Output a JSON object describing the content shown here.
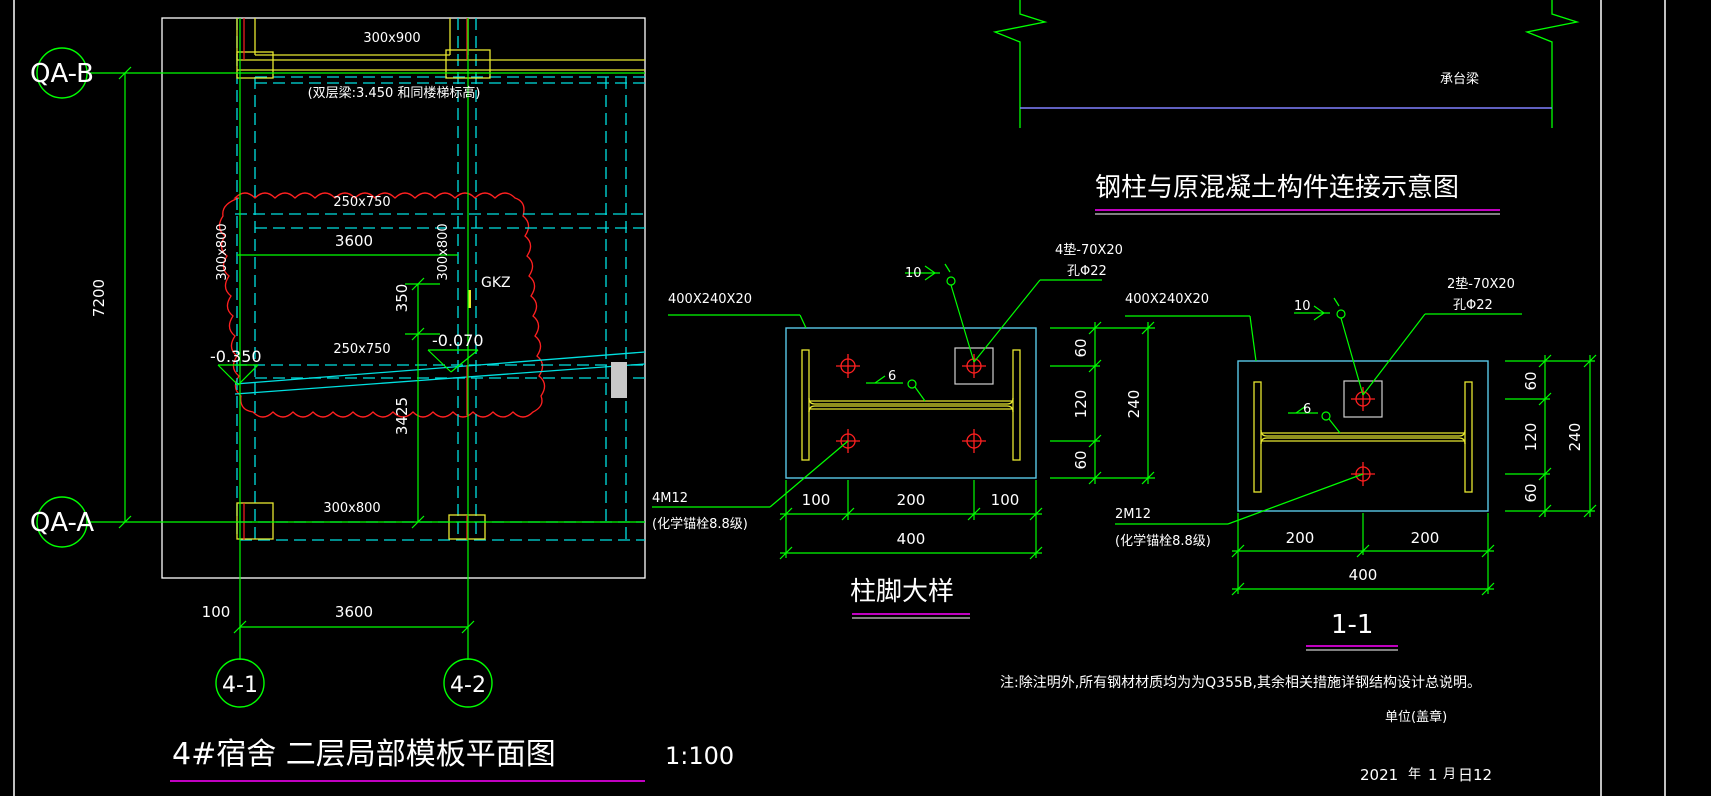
{
  "colors": {
    "background": "#000000",
    "axis_green": "#00ff00",
    "dashed_cyan": "#00e0e0",
    "beam_yellow": "#e8e830",
    "cloud_red": "#ff2020",
    "frame_white": "#ffffff",
    "underline_magenta": "#ff00ff",
    "plate_cyan": "#58c8e8",
    "fill_gray": "#c8c8c8"
  },
  "plan": {
    "axis_QA_B": "QA-B",
    "axis_QA_A": "QA-A",
    "axis_4_1": "4-1",
    "axis_4_2": "4-2",
    "dim_7200": "7200",
    "dim_100": "100",
    "dim_3600_bottom": "3600",
    "dim_3600_inner": "3600",
    "dim_350": "350",
    "dim_3425": "3425",
    "beam_300x900": "300x900",
    "beam_note": "(双层梁:3.450 和同楼梯标高)",
    "beam_250x750_top": "250x750",
    "beam_250x750_mid": "250x750",
    "beam_300x800_left": "300x800",
    "beam_300x800_mid": "300x800",
    "beam_300x800_bottom": "300x800",
    "elev_left": "-0.350",
    "elev_mid": "-0.070",
    "column_label": "GKZ",
    "title": "4#宿舍  二层局部模板平面图",
    "scale": "1:100"
  },
  "connection": {
    "top_label": "承台梁",
    "title": "钢柱与原混凝土构件连接示意图"
  },
  "detail_left": {
    "plate": "400X240X20",
    "weld_10": "10",
    "weld_6": "6",
    "washer": "4垫-70X20",
    "hole": "孔Φ22",
    "anchor": "4M12",
    "anchor_note": "(化学锚栓8.8级)",
    "dim_100a": "100",
    "dim_200": "200",
    "dim_100b": "100",
    "dim_400": "400",
    "dim_60a": "60",
    "dim_120": "120",
    "dim_60b": "60",
    "dim_240": "240",
    "title": "柱脚大样"
  },
  "detail_right": {
    "plate": "400X240X20",
    "weld_10": "10",
    "weld_6": "6",
    "washer": "2垫-70X20",
    "hole": "孔Φ22",
    "anchor": "2M12",
    "anchor_note": "(化学锚栓8.8级)",
    "dim_200a": "200",
    "dim_200b": "200",
    "dim_400": "400",
    "dim_60a": "60",
    "dim_120": "120",
    "dim_60b": "60",
    "dim_240": "240",
    "title": "1-1"
  },
  "notes": {
    "note": "注:除注明外,所有钢材材质均为为Q355B,其余相关措施详钢结构设计总说明。",
    "unit": "单位(盖章)",
    "date_year": "2021",
    "date_nian": "年",
    "date_month": "1",
    "date_yue": "月",
    "date_day": "日12"
  }
}
